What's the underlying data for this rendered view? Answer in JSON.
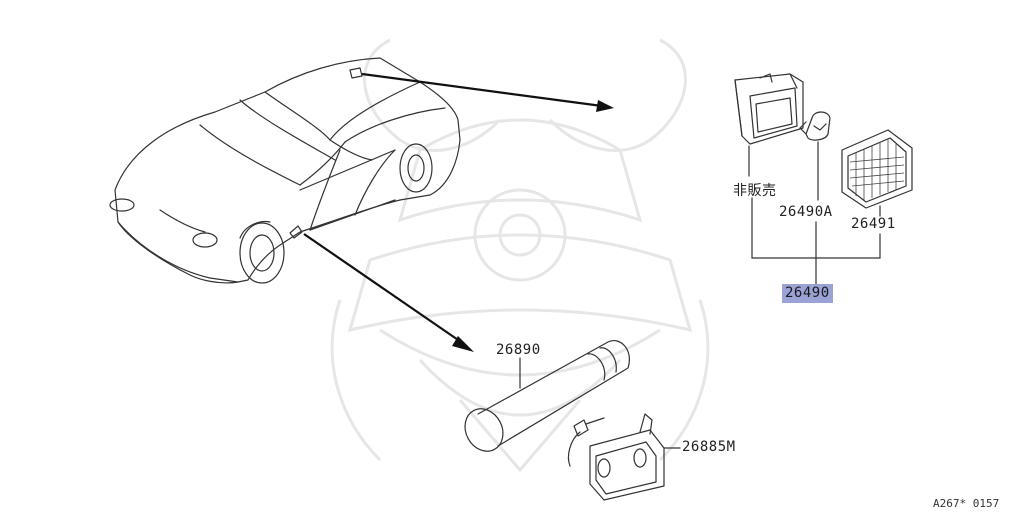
{
  "labels": {
    "not_for_sale": "非販売",
    "part_26490A": "26490A",
    "part_26491": "26491",
    "part_26490": "26490",
    "part_26890": "26890",
    "part_26885M": "26885M"
  },
  "diagram_code": "A267* 0157",
  "colors": {
    "highlight": "#9aa2d6",
    "line": "#333333",
    "watermark": "#e6e6e6"
  }
}
